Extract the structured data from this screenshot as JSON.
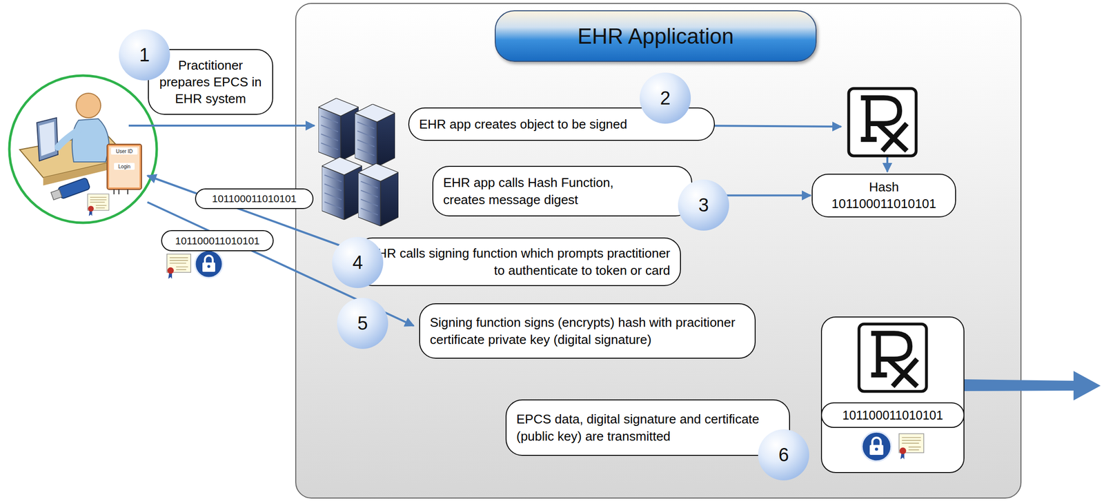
{
  "diagram": {
    "nodes": [
      {
        "text": [
          "Practitioner prepares EPCS in EHR system"
        ]
      },
      {
        "text": [
          "EHR Application"
        ]
      },
      {
        "text": [
          "EHR app creates object to be signed"
        ],
        "in": 1
      },
      {
        "text": [
          "EHR app calls Hash Function, creates message digest"
        ],
        "in": 1
      },
      {
        "text": [
          "Hash",
          "101100011010101"
        ],
        "in": 1
      },
      {
        "text": [
          "EHR calls signing function which prompts practitioner to authenticate to token or card"
        ],
        "in": 1
      },
      {
        "text": [
          "Signing function signs (encrypts) hash with pracitioner certificate private key (digital signature)"
        ],
        "in": 1
      },
      {
        "text": [
          "EPCS data, digital signature and certificate (public key) are transmitted"
        ],
        "in": 1
      },
      {
        "text": [
          "101100011010101"
        ],
        "in": 1
      }
    ],
    "edges": [
      {
        "from": 3,
        "to": 4,
        "arrow": "to"
      }
    ],
    "labels": [
      "1",
      "2",
      "3",
      "4",
      "5",
      "6",
      "101100011010101",
      "101100011010101",
      "User ID",
      "Login"
    ]
  }
}
